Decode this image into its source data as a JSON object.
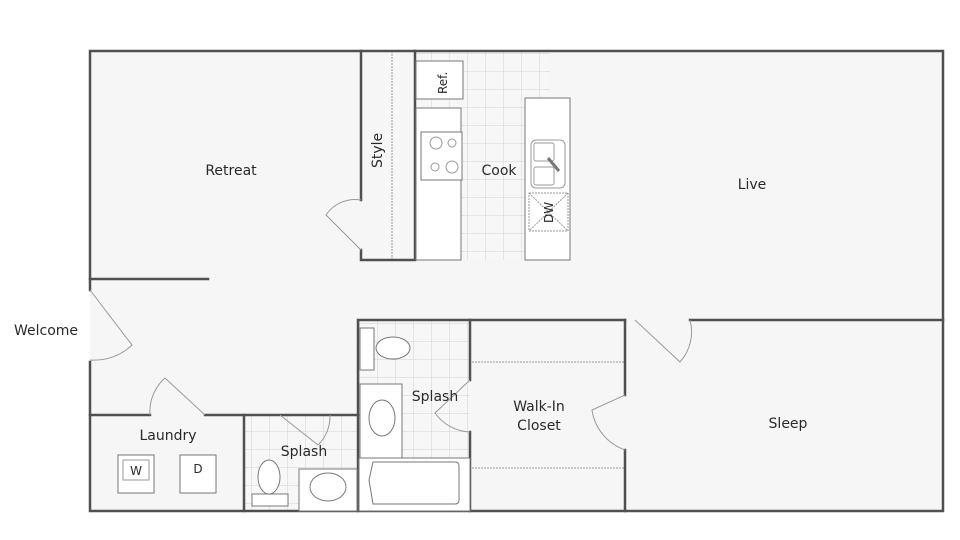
{
  "rooms": {
    "retreat": "Retreat",
    "style": "Style",
    "cook": "Cook",
    "live": "Live",
    "welcome": "Welcome",
    "laundry": "Laundry",
    "splash_1": "Splash",
    "splash_2": "Splash",
    "walkin_line1": "Walk-In",
    "walkin_line2": "Closet",
    "sleep": "Sleep"
  },
  "fixtures": {
    "refrigerator": "Ref.",
    "dishwasher": "DW",
    "washer": "W",
    "dryer": "D"
  }
}
